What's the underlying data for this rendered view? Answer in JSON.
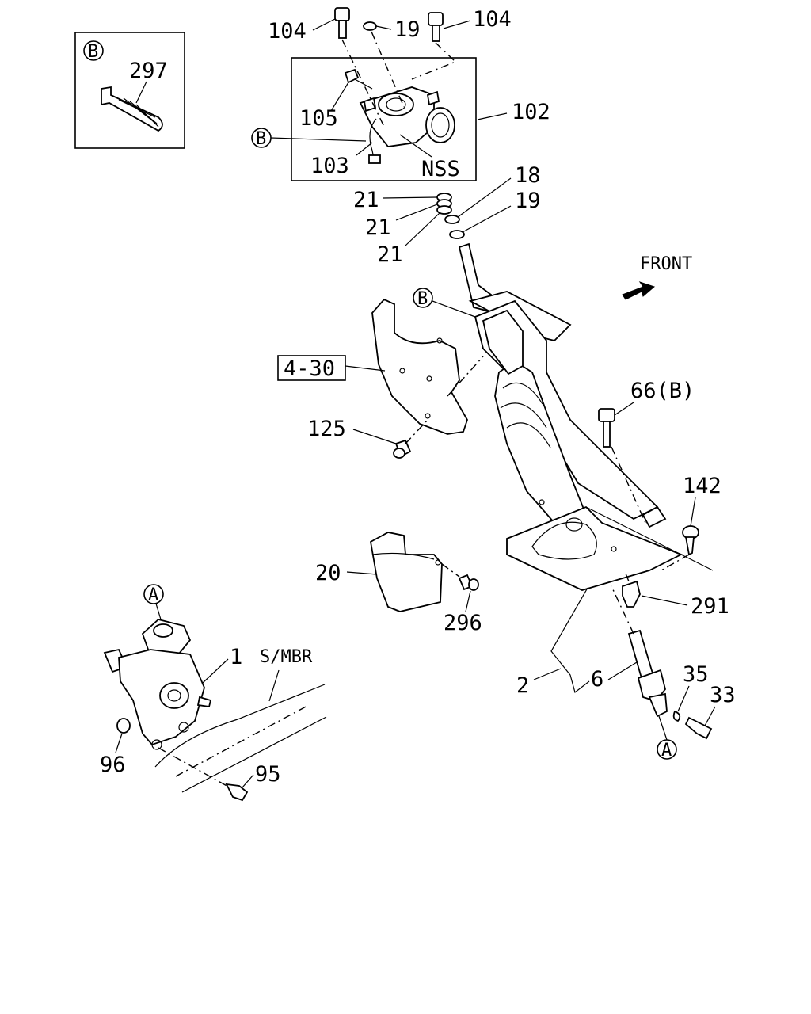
{
  "labels": {
    "l104a": "104",
    "l19a": "19",
    "l104b": "104",
    "l297": "297",
    "l102": "102",
    "l105": "105",
    "l103": "103",
    "lNSS": "NSS",
    "l18": "18",
    "l21a": "21",
    "l21b": "21",
    "l21c": "21",
    "l19b": "19",
    "lFRONT": "FRONT",
    "l430": "4-30",
    "l66B": "66(B)",
    "l125": "125",
    "l142": "142",
    "l20": "20",
    "l291": "291",
    "l296": "296",
    "l1": "1",
    "lSMBR": "S/MBR",
    "l35": "35",
    "l33": "33",
    "l2": "2",
    "l6": "6",
    "l96": "96",
    "l95": "95"
  },
  "refs": {
    "B": "B",
    "A": "A"
  }
}
